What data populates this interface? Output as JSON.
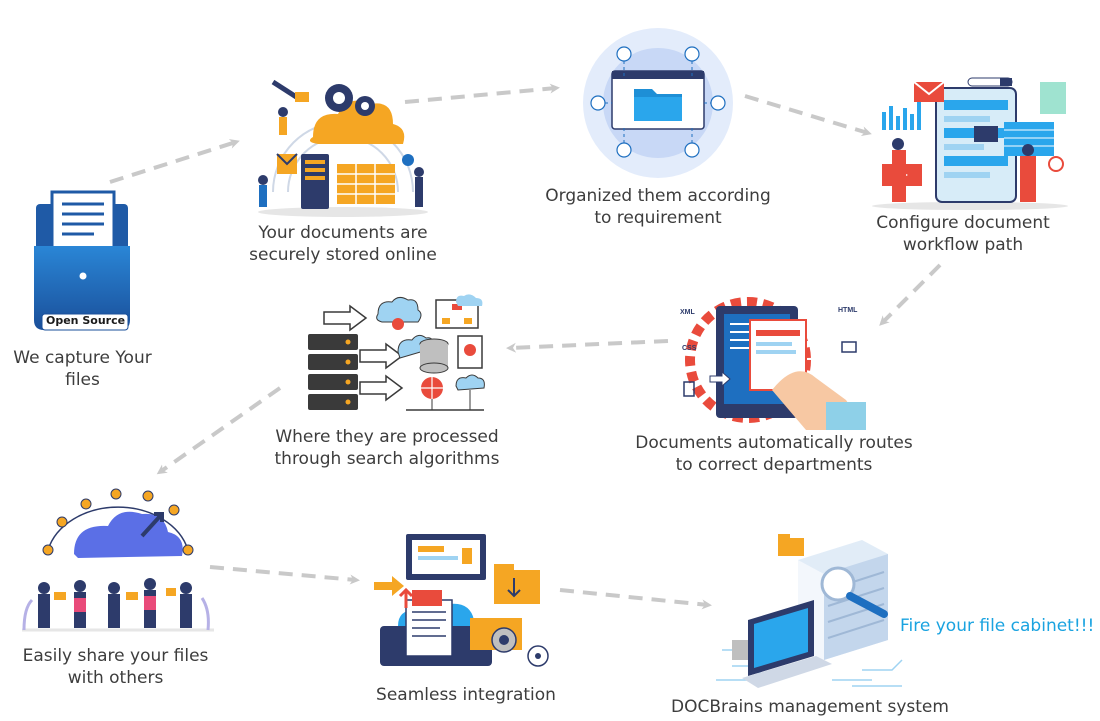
{
  "steps": [
    {
      "id": "capture",
      "lines": [
        "We capture Your",
        "files"
      ],
      "badge": "Open Source",
      "icon": "document-folder-icon"
    },
    {
      "id": "store",
      "lines": [
        "Your  documents are",
        "securely stored online"
      ],
      "icon": "cloud-storage-icon"
    },
    {
      "id": "organize",
      "lines": [
        "Organized them according",
        "to requirement"
      ],
      "icon": "folder-organize-icon"
    },
    {
      "id": "workflow",
      "lines": [
        "Configure document",
        "workflow path"
      ],
      "icon": "workflow-icon"
    },
    {
      "id": "routing",
      "lines": [
        "Documents automatically routes",
        "to correct departments"
      ],
      "icon": "routing-icon",
      "labels": [
        "XML",
        "CSS",
        "HTML"
      ]
    },
    {
      "id": "process",
      "lines": [
        "Where they are processed",
        "through search algorithms"
      ],
      "icon": "server-search-icon"
    },
    {
      "id": "share",
      "lines": [
        "Easily share your files",
        "with others"
      ],
      "icon": "share-cloud-icon"
    },
    {
      "id": "integrate",
      "lines": [
        "Seamless integration"
      ],
      "icon": "integration-icon"
    },
    {
      "id": "system",
      "lines": [
        "DOCBrains management system"
      ],
      "icon": "server-laptop-icon"
    }
  ],
  "tagline": "Fire your file cabinet!!!",
  "colors": {
    "arrow": "#c9c9c9",
    "accent": "#1aa3e0",
    "blue": "#1e6fc0",
    "orange": "#f5a623",
    "red": "#e94b3c",
    "navy": "#2d3b6b"
  }
}
